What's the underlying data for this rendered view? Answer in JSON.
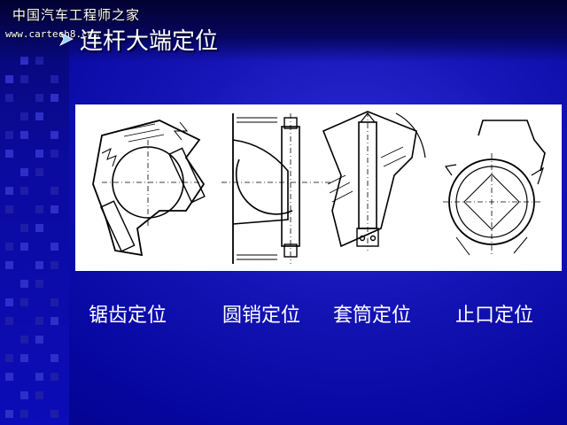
{
  "watermark": {
    "site_name": "中国汽车工程师之家",
    "url": "www.cartech8.com"
  },
  "slide": {
    "title": "连杆大端定位"
  },
  "figure": {
    "captions": [
      "锯齿定位",
      "圆销定位",
      "套筒定位",
      "止口定位"
    ]
  },
  "colors": {
    "background": "#1414b4",
    "text": "#ffffff",
    "figure_background": "#ffffff",
    "drawing_ink": "#000000"
  },
  "icons": {
    "bullet": "arrow-bullet-icon"
  }
}
